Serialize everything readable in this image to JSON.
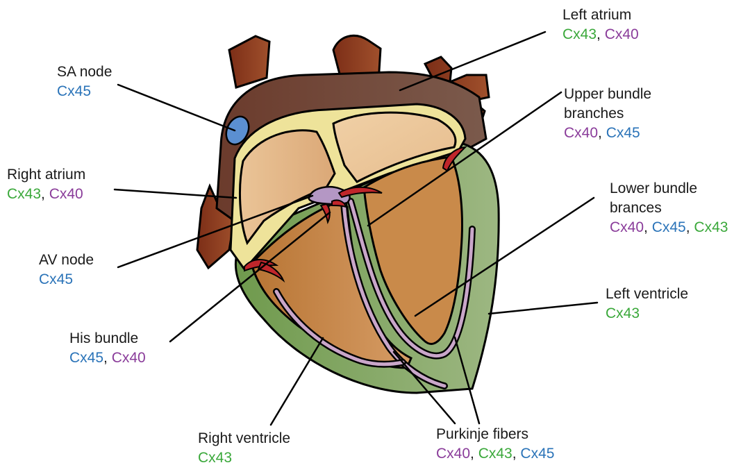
{
  "colors": {
    "green": "#3aa83a",
    "purple": "#8a3c9a",
    "blue": "#2a73b8",
    "aorta": "#8b3a1c",
    "heart_outer": "#6e4a3c",
    "septum_yellow": "#eee39a",
    "atrium_fill": "#e5b98a",
    "ventricle_fill": "#c98a4a",
    "myocardium_green": "#8aa86a",
    "purkinje": "#c9a6c9",
    "valve_red": "#c0262b",
    "sa_node": "#5b8fd1"
  },
  "labels": {
    "sa_node": {
      "title": "SA node",
      "cx": [
        {
          "t": "Cx45",
          "c": "blue"
        }
      ]
    },
    "right_atrium": {
      "title": "Right atrium",
      "cx": [
        {
          "t": "Cx43",
          "c": "green"
        },
        {
          "t": ", ",
          "c": "text"
        },
        {
          "t": "Cx40",
          "c": "purple"
        }
      ]
    },
    "av_node": {
      "title": "AV node",
      "cx": [
        {
          "t": "Cx45",
          "c": "blue"
        }
      ]
    },
    "his_bundle": {
      "title": "His bundle",
      "cx": [
        {
          "t": "Cx45",
          "c": "blue"
        },
        {
          "t": ", ",
          "c": "text"
        },
        {
          "t": "Cx40",
          "c": "purple"
        }
      ]
    },
    "right_ventricle": {
      "title": "Right ventricle",
      "cx": [
        {
          "t": "Cx43",
          "c": "green"
        }
      ]
    },
    "purkinje": {
      "title": "Purkinje fibers",
      "cx": [
        {
          "t": "Cx40",
          "c": "purple"
        },
        {
          "t": ", ",
          "c": "text"
        },
        {
          "t": "Cx43",
          "c": "green"
        },
        {
          "t": ", ",
          "c": "text"
        },
        {
          "t": "Cx45",
          "c": "blue"
        }
      ]
    },
    "left_atrium": {
      "title": "Left atrium",
      "cx": [
        {
          "t": "Cx43",
          "c": "green"
        },
        {
          "t": ", ",
          "c": "text"
        },
        {
          "t": "Cx40",
          "c": "purple"
        }
      ]
    },
    "upper_bundle": {
      "title": "Upper bundle",
      "title2": "branches",
      "cx": [
        {
          "t": "Cx40",
          "c": "purple"
        },
        {
          "t": ", ",
          "c": "text"
        },
        {
          "t": "Cx45",
          "c": "blue"
        }
      ]
    },
    "lower_bundle": {
      "title": "Lower bundle",
      "title2": "brances",
      "cx": [
        {
          "t": "Cx40",
          "c": "purple"
        },
        {
          "t": ", ",
          "c": "text"
        },
        {
          "t": "Cx45",
          "c": "blue"
        },
        {
          "t": ", ",
          "c": "text"
        },
        {
          "t": "Cx43",
          "c": "green"
        }
      ]
    },
    "left_ventricle": {
      "title": "Left ventricle",
      "cx": [
        {
          "t": "Cx43",
          "c": "green"
        }
      ]
    }
  }
}
